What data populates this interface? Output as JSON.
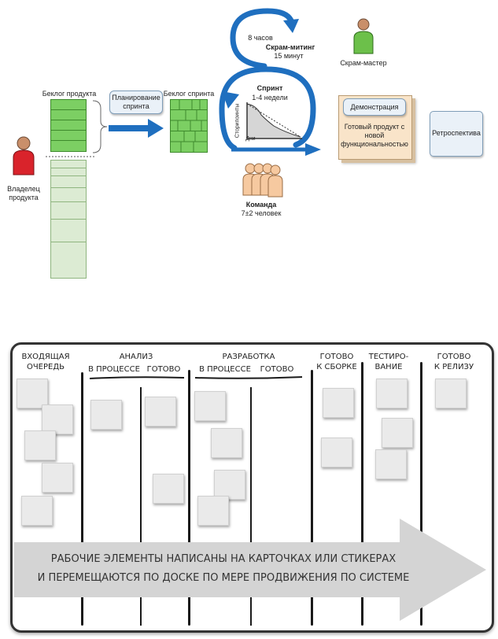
{
  "scrum": {
    "product_backlog_label": "Беклог продукта",
    "product_owner_label": "Владелец\nпродукта",
    "sprint_planning_label": "Планирование\nспринта",
    "sprint_backlog_label": "Беклог спринта",
    "scrum_meeting_hours": "8 часов",
    "scrum_meeting_title": "Скрам-митинг",
    "scrum_meeting_duration": "15 минут",
    "sprint_title": "Спринт",
    "sprint_duration": "1-4 недели",
    "burndown_y_label": "Сторипоинты",
    "burndown_x_label": "Дни",
    "scrum_master_label": "Скрам-мастер",
    "team_title": "Команда",
    "team_size": "7±2 человек",
    "demo_label": "Демонстрация",
    "product_label": "Готовый продукт с\nновой\nфункциональностью",
    "retro_label": "Ретроспектива",
    "colors": {
      "arrow_blue": "#1f6fbf",
      "backlog_green": "#7ccf63",
      "owner_red": "#d9232b",
      "master_green": "#6cc04a",
      "team_peach": "#f6c9a0"
    }
  },
  "kanban": {
    "columns": {
      "incoming": "ВХОДЯЩАЯ\nОЧЕРЕДЬ",
      "analysis": "АНАЛИЗ",
      "analysis_in_progress": "В ПРОЦЕССЕ",
      "analysis_done": "ГОТОВО",
      "development": "РАЗРАБОТКА",
      "development_in_progress": "В ПРОЦЕССЕ",
      "development_done": "ГОТОВО",
      "ready_build": "ГОТОВО\nК СБОРКЕ",
      "testing": "ТЕСТИРО-\nВАНИЕ",
      "ready_release": "ГОТОВО\nК РЕЛИЗУ"
    },
    "arrow_line1": "РАБОЧИЕ ЭЛЕМЕНТЫ НАПИСАНЫ НА КАРТОЧКАХ ИЛИ СТИКЕРАХ",
    "arrow_line2": "И ПЕРЕМЕЩАЮТСЯ ПО ДОСКЕ ПО МЕРЕ ПРОДВИЖЕНИЯ ПО СИСТЕМЕ"
  }
}
